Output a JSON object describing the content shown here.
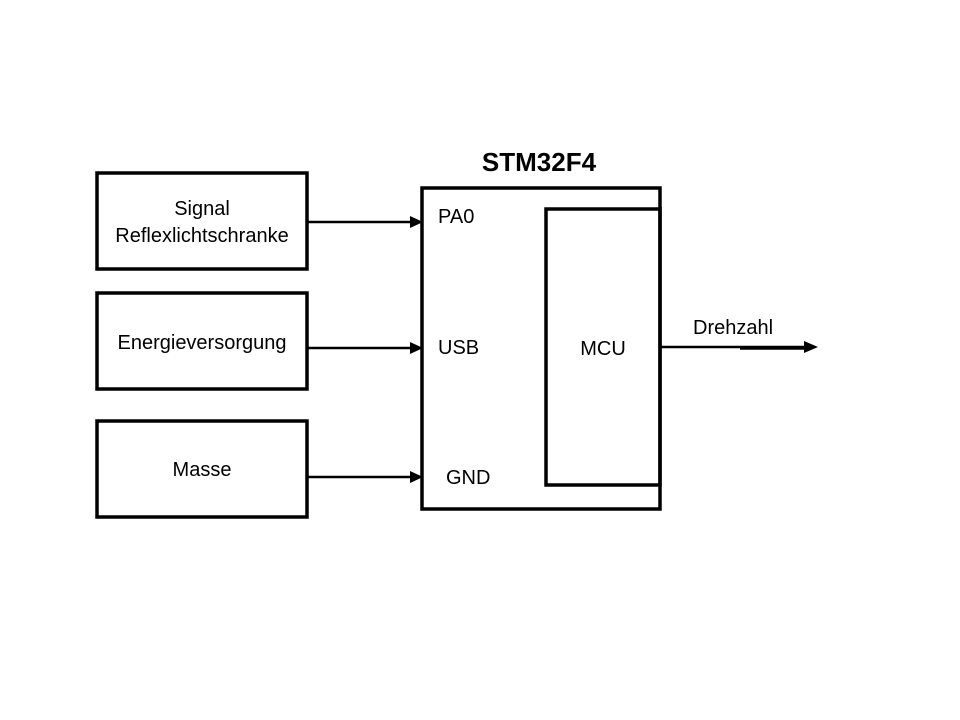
{
  "title": "STM32F4",
  "inputs": [
    {
      "line1": "Signal",
      "line2": "Reflexlichtschranke",
      "pin": "PA0"
    },
    {
      "line1": "Energieversorgung",
      "line2": "",
      "pin": "USB"
    },
    {
      "line1": "Masse",
      "line2": "",
      "pin": "GND"
    }
  ],
  "mcu_label": "MCU",
  "output_label": "Drehzahl",
  "colors": {
    "stroke": "#000000",
    "background": "#ffffff"
  }
}
